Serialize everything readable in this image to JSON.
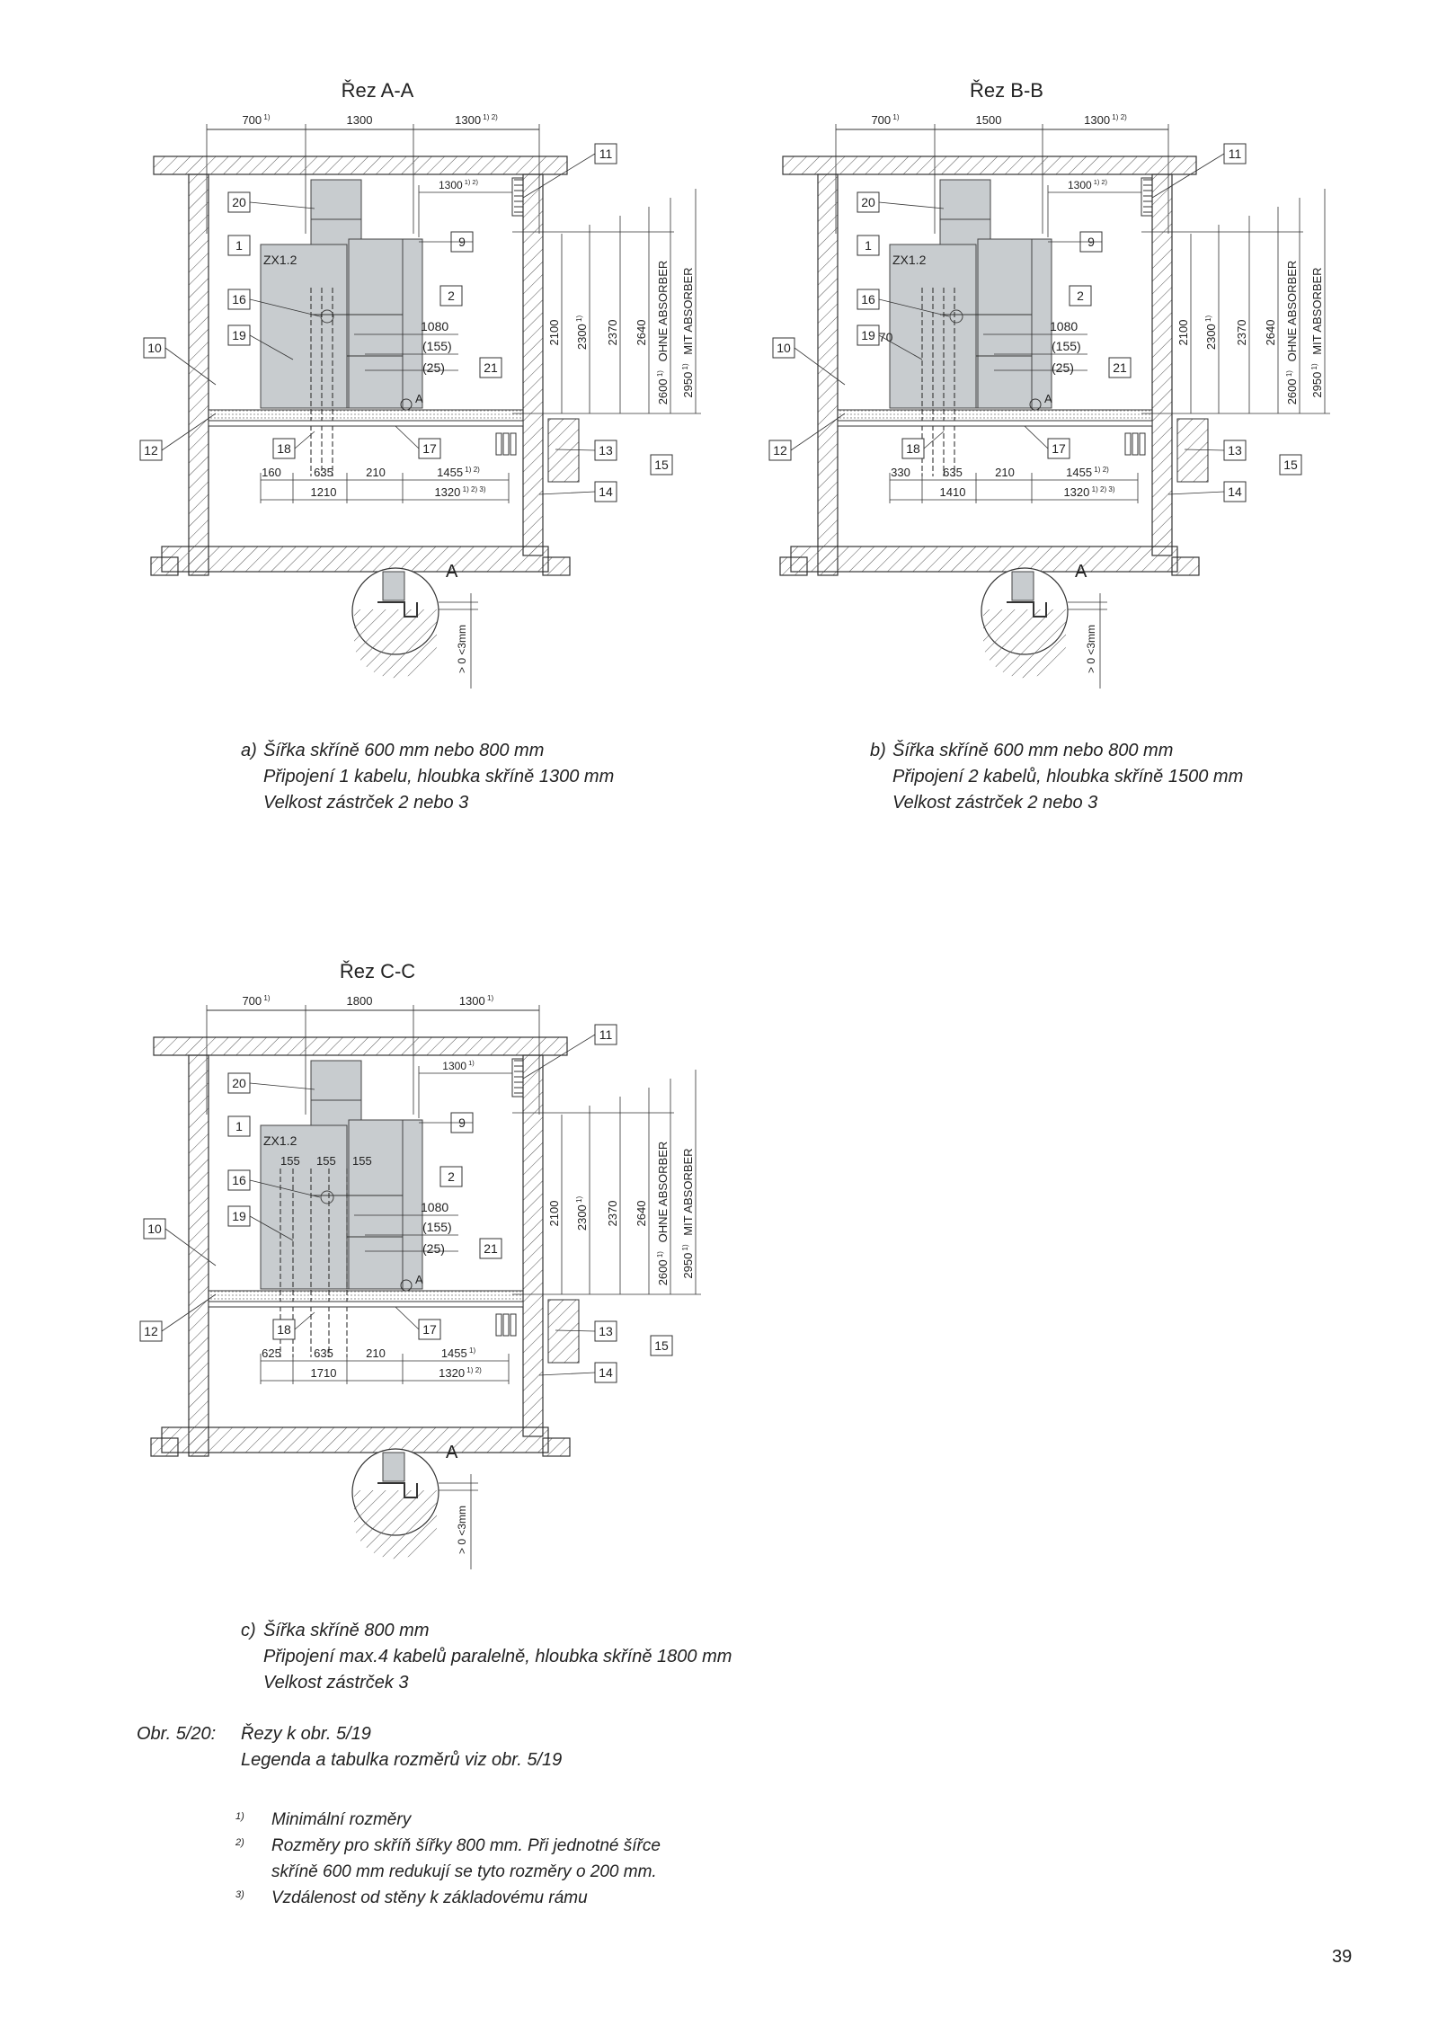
{
  "sections": [
    {
      "title": "Řez A-A",
      "top_dims": [
        {
          "v": "700",
          "s": "1)"
        },
        {
          "v": "1300",
          "s": ""
        },
        {
          "v": "1300",
          "s": "1) 2)"
        }
      ],
      "inner_dim": {
        "v": "1300",
        "s": "1) 2)"
      },
      "module_label": "ZX1.2",
      "slot_dims": [],
      "right_dims": [
        "1080",
        "(155)",
        "(25)"
      ],
      "bottom_row1": [
        {
          "v": "160",
          "s": ""
        },
        {
          "v": "635",
          "s": ""
        },
        {
          "v": "210",
          "s": ""
        },
        {
          "v": "1455",
          "s": "1) 2)"
        }
      ],
      "bottom_row2": [
        {
          "v": "1210",
          "s": ""
        },
        {
          "v": "1320",
          "s": "1) 2) 3)"
        }
      ],
      "detail_letter": "A",
      "callouts": [
        "20",
        "1",
        "16",
        "19",
        "10",
        "12",
        "18",
        "17",
        "21",
        "2",
        "9",
        "11",
        "13",
        "14",
        "15"
      ],
      "verticals": [
        {
          "v": "2100",
          "s": ""
        },
        {
          "v": "2300",
          "s": "1)"
        },
        {
          "v": "2370",
          "s": ""
        },
        {
          "v": "2640",
          "s": ""
        },
        {
          "v": "2600",
          "s": "1)",
          "t": "OHNE ABSORBER"
        },
        {
          "v": "2950",
          "s": "1)",
          "t": "MIT ABSORBER"
        }
      ],
      "detail_dim": "> 0 <3mm",
      "caption_prefix": "a)",
      "caption_lines": [
        "Šířka skříně 600 mm nebo 800 mm",
        "Připojení 1 kabelu, hloubka skříně 1300 mm",
        "Velkost zástrček 2 nebo 3"
      ]
    },
    {
      "title": "Řez B-B",
      "top_dims": [
        {
          "v": "700",
          "s": "1)"
        },
        {
          "v": "1500",
          "s": ""
        },
        {
          "v": "1300",
          "s": "1) 2)"
        }
      ],
      "inner_dim": {
        "v": "1300",
        "s": "1) 2)"
      },
      "module_label": "ZX1.2",
      "slot_dims": [
        "170"
      ],
      "right_dims": [
        "1080",
        "(155)",
        "(25)"
      ],
      "bottom_row1": [
        {
          "v": "330",
          "s": ""
        },
        {
          "v": "635",
          "s": ""
        },
        {
          "v": "210",
          "s": ""
        },
        {
          "v": "1455",
          "s": "1) 2)"
        }
      ],
      "bottom_row2": [
        {
          "v": "1410",
          "s": ""
        },
        {
          "v": "1320",
          "s": "1) 2) 3)"
        }
      ],
      "detail_letter": "A",
      "callouts": [
        "20",
        "1",
        "16",
        "19",
        "10",
        "12",
        "18",
        "17",
        "21",
        "2",
        "9",
        "11",
        "13",
        "14",
        "15"
      ],
      "verticals": [
        {
          "v": "2100",
          "s": ""
        },
        {
          "v": "2300",
          "s": "1)"
        },
        {
          "v": "2370",
          "s": ""
        },
        {
          "v": "2640",
          "s": ""
        },
        {
          "v": "2600",
          "s": "1)",
          "t": "OHNE ABSORBER"
        },
        {
          "v": "2950",
          "s": "1)",
          "t": "MIT ABSORBER"
        }
      ],
      "detail_dim": "> 0 <3mm",
      "caption_prefix": "b)",
      "caption_lines": [
        "Šířka skříně 600 mm nebo 800 mm",
        "Připojení 2 kabelů, hloubka skříně 1500 mm",
        "Velkost zástrček 2 nebo 3"
      ]
    },
    {
      "title": "Řez C-C",
      "top_dims": [
        {
          "v": "700",
          "s": "1)"
        },
        {
          "v": "1800",
          "s": ""
        },
        {
          "v": "1300",
          "s": "1)"
        }
      ],
      "inner_dim": {
        "v": "1300",
        "s": "1)"
      },
      "module_label": "ZX1.2",
      "slot_dims": [
        "155",
        "155",
        "155"
      ],
      "right_dims": [
        "1080",
        "(155)",
        "(25)"
      ],
      "bottom_row1": [
        {
          "v": "625",
          "s": ""
        },
        {
          "v": "635",
          "s": ""
        },
        {
          "v": "210",
          "s": ""
        },
        {
          "v": "1455",
          "s": "1)"
        }
      ],
      "bottom_row2": [
        {
          "v": "1710",
          "s": ""
        },
        {
          "v": "1320",
          "s": "1) 2)"
        }
      ],
      "detail_letter": "A",
      "callouts": [
        "20",
        "1",
        "16",
        "19",
        "10",
        "12",
        "18",
        "17",
        "21",
        "2",
        "9",
        "11",
        "13",
        "14",
        "15"
      ],
      "verticals": [
        {
          "v": "2100",
          "s": ""
        },
        {
          "v": "2300",
          "s": "1)"
        },
        {
          "v": "2370",
          "s": ""
        },
        {
          "v": "2640",
          "s": ""
        },
        {
          "v": "2600",
          "s": "1)",
          "t": "OHNE ABSORBER"
        },
        {
          "v": "2950",
          "s": "1)",
          "t": "MIT ABSORBER"
        }
      ],
      "detail_dim": "> 0 <3mm",
      "caption_prefix": "c)",
      "caption_lines": [
        "Šířka skříně 800 mm",
        "Připojení max.4 kabelů paralelně, hloubka skříně 1800 mm",
        "Velkost zástrček 3"
      ]
    }
  ],
  "figure": {
    "label": "Obr. 5/20:",
    "lines": [
      "Řezy k obr. 5/19",
      "Legenda a tabulka rozměrů viz obr. 5/19"
    ]
  },
  "footnotes": [
    {
      "mark": "1)",
      "lines": [
        "Minimální rozměry"
      ]
    },
    {
      "mark": "2)",
      "lines": [
        "Rozměry pro skříň šířky 800 mm. Při jednotné šířce",
        "skříně 600 mm redukují se tyto rozměry o 200 mm."
      ]
    },
    {
      "mark": "3)",
      "lines": [
        "Vzdálenost od stěny k základovému rámu"
      ]
    }
  ],
  "page_number": "39"
}
